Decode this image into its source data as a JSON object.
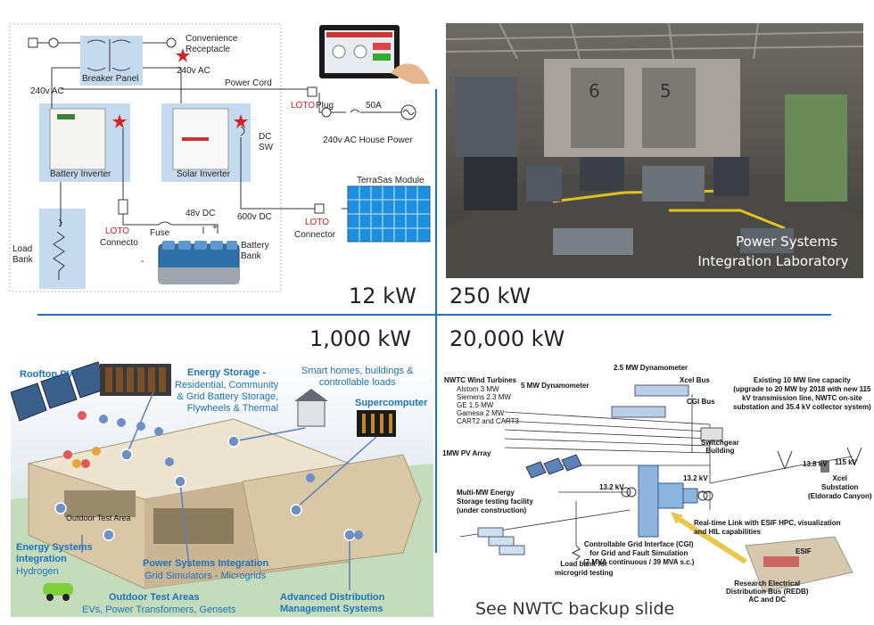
{
  "quadrant_tl": {
    "labels": {
      "convenience": "Convenience\nReceptacle",
      "v240_top": "240v AC",
      "breaker": "Breaker Panel",
      "v240_left": "240v AC",
      "power_cord": "Power Cord",
      "loto_plug_a": "LOTO",
      "loto_plug_b": "Plug",
      "amp": "50A",
      "house_power": "240v AC House Power",
      "dc_sw": "DC\nSW",
      "battery_inverter": "Battery Inverter",
      "solar_inverter": "Solar Inverter",
      "terrasas": "TerraSas Module",
      "v600": "600v DC",
      "loto_conn_a": "LOTO",
      "loto_conn_b": "Connector",
      "v48": "48v DC",
      "fuse": "Fuse",
      "loto_connecto_a": "LOTO",
      "loto_connecto_b": "Connecto",
      "battery_bank": "Battery\nBank",
      "load_bank": "Load\nBank",
      "plus": "+",
      "minus": "-"
    }
  },
  "quadrant_tr": {
    "photo_caption_1": "Power Systems",
    "photo_caption_2": "Integration Laboratory",
    "bay_numbers": [
      "6",
      "5"
    ]
  },
  "capacities": {
    "tl": "12 kW",
    "tr": "250 kW",
    "bl": "1,000 kW",
    "br": "20,000 kW"
  },
  "quadrant_bl": {
    "rooftop_pv": "Rooftop PV",
    "energy_storage_title": "Energy Storage -",
    "energy_storage_sub": "Residential, Community\n& Grid Battery Storage,\nFlywheels & Thermal",
    "smart_homes": "Smart homes, buildings &\ncontrollable loads",
    "supercomputer": "Supercomputer",
    "outdoor_test_area": "Outdoor Test Area",
    "esi_title": "Energy Systems\nIntegration",
    "esi_sub": "Hydrogen",
    "psi_title": "Power Systems Integration",
    "psi_sub": "Grid Simulators - Microgrids",
    "ota_title": "Outdoor Test Areas",
    "ota_sub": "EVs, Power Transformers, Gensets",
    "adms": "Advanced Distribution\nManagement Systems"
  },
  "quadrant_br": {
    "dyn25": "2.5 MW Dynamometer",
    "xcel_bus": "Xcel Bus",
    "nwtc_title": "NWTC Wind Turbines",
    "nwtc_list": [
      "Alstom 3 MW",
      "Siemens 2.3 MW",
      "GE 1.5 MW",
      "Gamesa 2 MW",
      "CART2 and CART3"
    ],
    "dyn5": "5 MW Dynamometer",
    "cgi_bus": "CGI Bus",
    "existing": "Existing 10 MW line capacity\n(upgrade to 20 MW by 2018 with new 115\nkV transmission line, NWTC on-site\nsubstation and 35.4 kV collector system)",
    "pv_array": "1MW PV Array",
    "switchgear": "Switchgear\nBuilding",
    "kv138": "13.8 kV",
    "kv115": "115 kV",
    "xcel_sub": "Xcel\nSubstation\n(Eldorado Canyon)",
    "multi_mw": "Multi-MW Energy\nStorage testing facility\n(under construction)",
    "kv132a": "13.2 kV",
    "kv132b": "13.2 kV",
    "realtime": "Real-time Link with ESIF HPC, visualization\nand HIL capabilities",
    "cgi_title": "Controllable Grid Interface (CGI)\nfor Grid and Fault Simulation\n(7 MVA continuous / 39 MVA s.c.)",
    "load_bank": "Load bank for\nmicrogrid testing",
    "esif": "ESIF",
    "redb": "Research Electrical\nDistribution Bus (REDB)\nAC and DC",
    "see_backup": "See NWTC backup slide"
  },
  "colors": {
    "divider": "#1e73b8",
    "accent_blue": "#1e73b8",
    "panel_blue": "#c5d9ef",
    "loto_red": "#d22222"
  }
}
